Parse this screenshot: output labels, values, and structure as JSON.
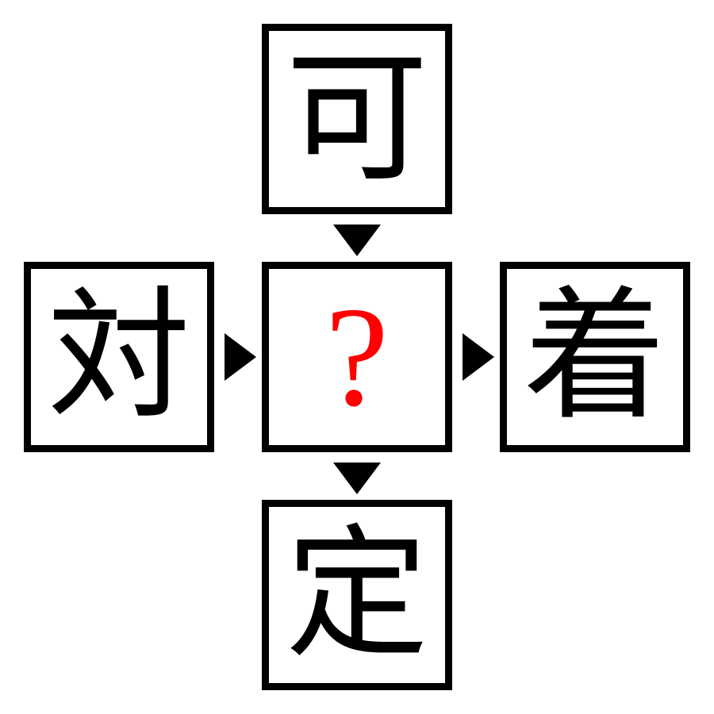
{
  "puzzle": {
    "top": "可",
    "left": "対",
    "center": "?",
    "right": "着",
    "bottom": "定"
  },
  "colors": {
    "border": "#000000",
    "text": "#000000",
    "question": "#ff0000",
    "background": "#ffffff"
  }
}
